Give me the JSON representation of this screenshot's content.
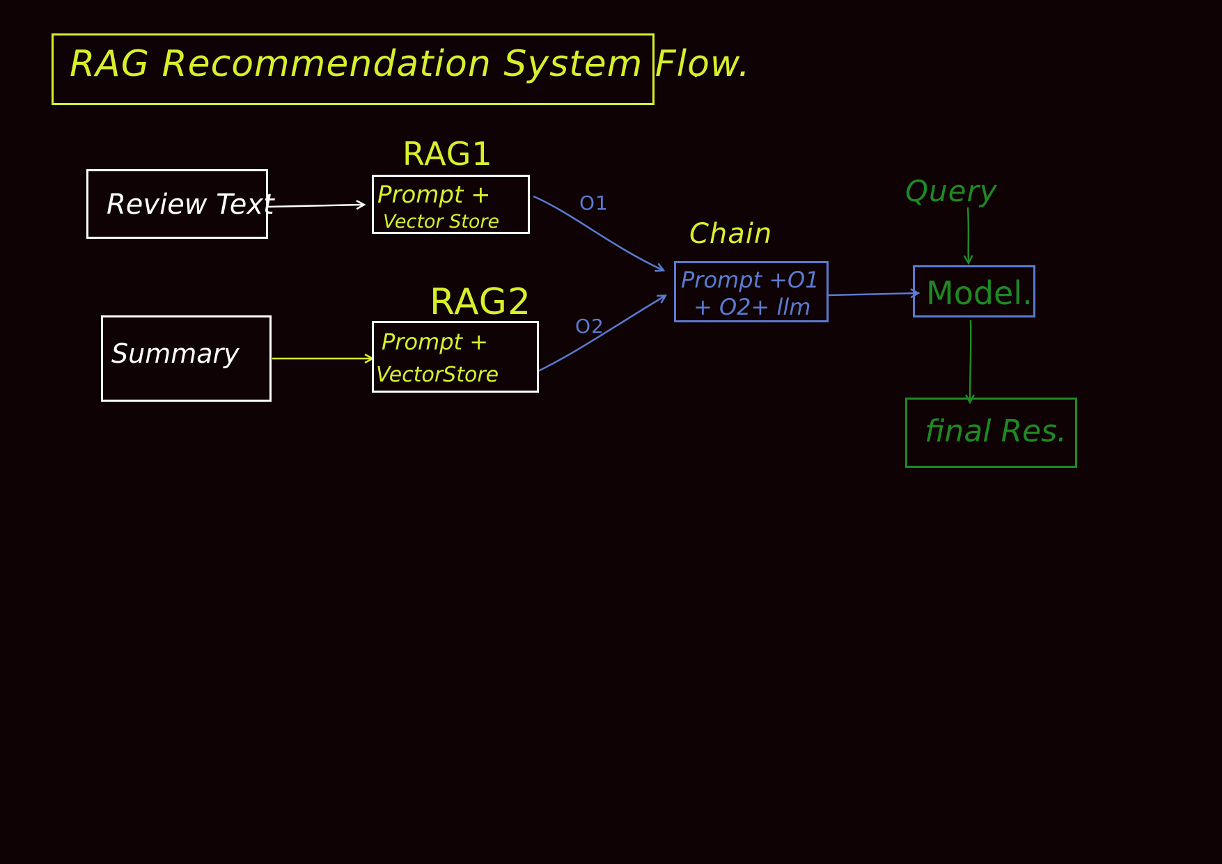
{
  "colors": {
    "background": "#0e0204",
    "yellow": "#d8f02a",
    "white": "#ffffff",
    "blue": "#5b7ad0",
    "green": "#1e8a22"
  },
  "title": {
    "text": "RAG Recommendation System Flow."
  },
  "stray_mark": ".",
  "nodes": {
    "review_text": {
      "label": "Review Text"
    },
    "summary": {
      "label": "Summary"
    },
    "rag1_label": {
      "label": "RAG1"
    },
    "rag1_box": {
      "line1": "Prompt +",
      "line2": "Vector Store"
    },
    "rag2_label": {
      "label": "RAG2"
    },
    "rag2_box": {
      "line1": "Prompt +",
      "line2": "VectorStore"
    },
    "chain_label": {
      "label": "Chain"
    },
    "chain_box": {
      "line1": "Prompt +O1",
      "line2": "+ O2+ llm"
    },
    "query_label": {
      "label": "Query"
    },
    "model_box": {
      "label": "Model."
    },
    "final_box": {
      "label": "final Res."
    }
  },
  "edges": {
    "o1_label": "O1",
    "o2_label": "O2"
  }
}
